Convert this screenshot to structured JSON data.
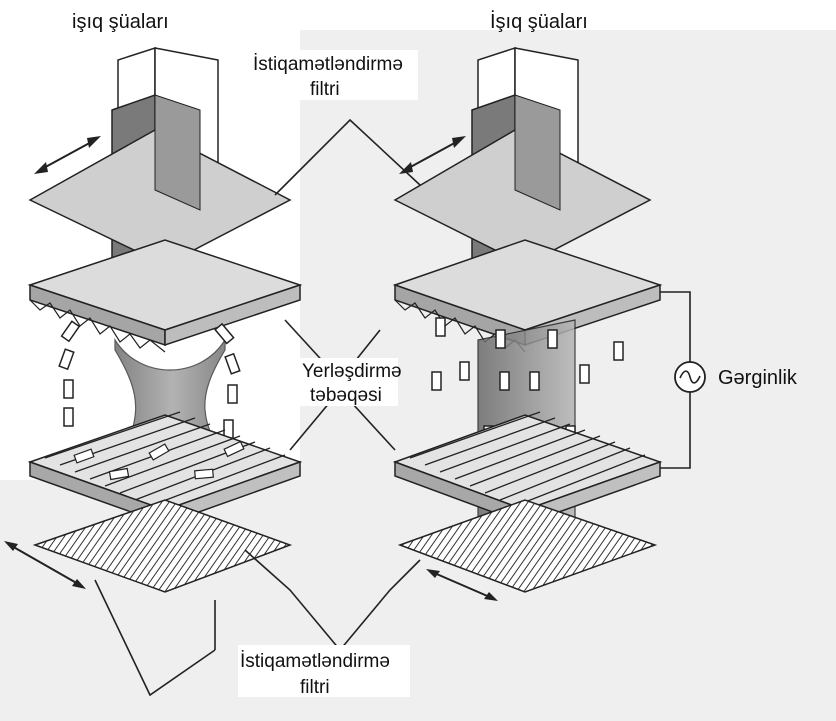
{
  "labels": {
    "left_light": "işıq şüaları",
    "right_light": "İşıq şüaları",
    "top_filter_line1": "İstiqamətləndirmə",
    "top_filter_line2": "filtri",
    "alignment_line1": "Yerləşdirmə",
    "alignment_line2": "təbəqəsi",
    "voltage": "Gərginlik",
    "bottom_filter_line1": "İstiqamətləndirmə",
    "bottom_filter_line2": "filtri"
  },
  "colors": {
    "background": "#ffffff",
    "page_texture": "#e6e6e6",
    "stroke": "#222222",
    "plate_light": "#d6d6d6",
    "plate_dark": "#8f8f8f",
    "beam_dark": "#6b6b6b"
  }
}
